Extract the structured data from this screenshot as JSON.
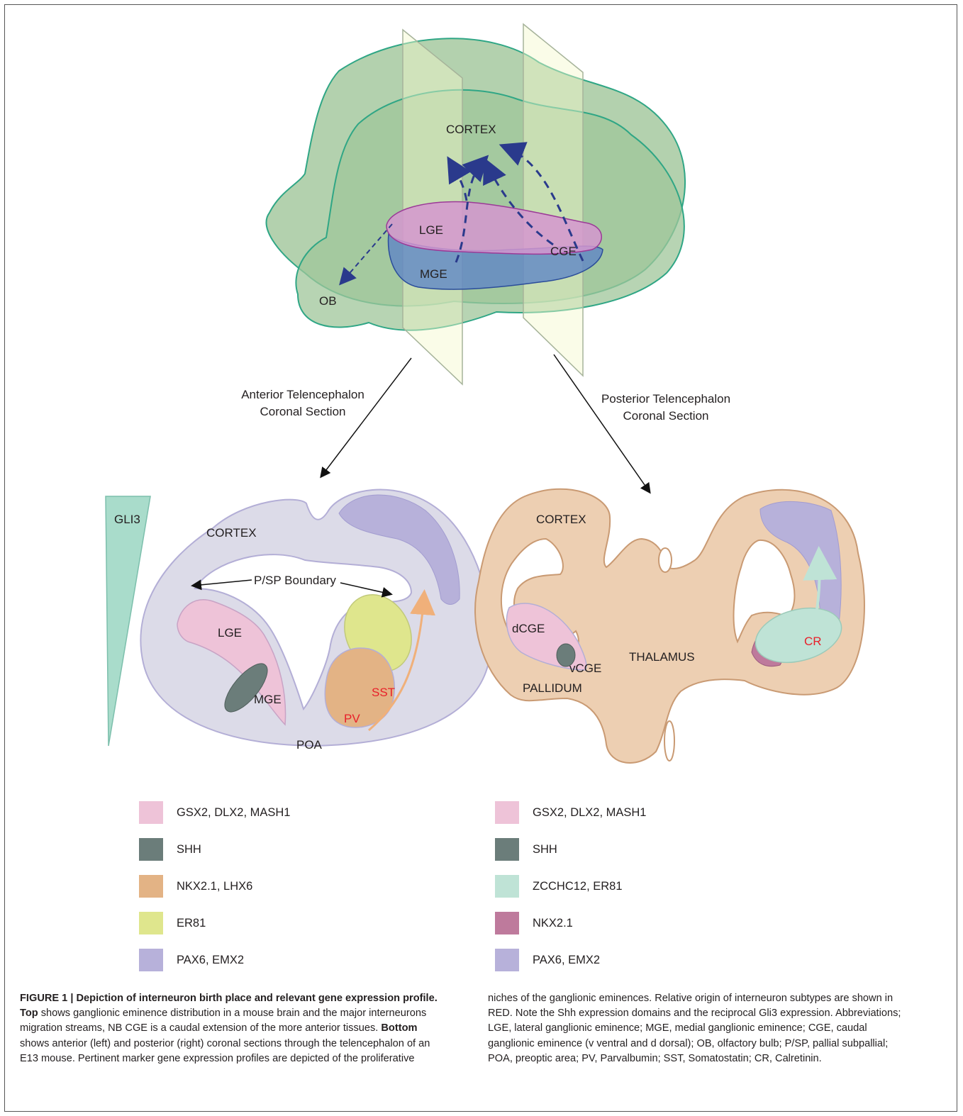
{
  "top_diagram": {
    "labels": {
      "cortex": "CORTEX",
      "lge": "LGE",
      "mge": "MGE",
      "cge": "CGE",
      "ob": "OB"
    },
    "section_labels": {
      "anterior_line1": "Anterior Telencephalon",
      "anterior_line2": "Coronal Section",
      "posterior_line1": "Posterior Telencephalon",
      "posterior_line2": "Coronal Section"
    }
  },
  "anterior_section": {
    "gli3": "GLI3",
    "cortex": "CORTEX",
    "boundary": "P/SP Boundary",
    "lge": "LGE",
    "mge": "MGE",
    "poa": "POA",
    "sst": "SST",
    "pv": "PV"
  },
  "posterior_section": {
    "cortex": "CORTEX",
    "dcge": "dCGE",
    "vcge": "vCGE",
    "pallidum": "PALLIDUM",
    "thalamus": "THALAMUS",
    "cr": "CR"
  },
  "legend_left": [
    {
      "label": "GSX2, DLX2, MASH1",
      "color": "#eec3d8"
    },
    {
      "label": "SHH",
      "color": "#6b7d7a"
    },
    {
      "label": "NKX2.1, LHX6",
      "color": "#e3b385"
    },
    {
      "label": "ER81",
      "color": "#dfe68d"
    },
    {
      "label": "PAX6, EMX2",
      "color": "#b7b1da"
    }
  ],
  "legend_right": [
    {
      "label": "GSX2, DLX2, MASH1",
      "color": "#eec3d8"
    },
    {
      "label": "SHH",
      "color": "#6b7d7a"
    },
    {
      "label": "ZCCHC12, ER81",
      "color": "#bfe3d6"
    },
    {
      "label": "NKX2.1",
      "color": "#be7a9c"
    },
    {
      "label": "PAX6, EMX2",
      "color": "#b7b1da"
    }
  ],
  "caption": {
    "figure_label": "FIGURE 1 | Depiction of interneuron birth place and relevant gene expression profile.",
    "top_bold": "Top",
    "top_text": " shows ganglionic eminence distribution in a mouse brain and the major interneurons migration streams, NB CGE is a caudal extension of the more anterior tissues. ",
    "bottom_bold": "Bottom",
    "bottom_text": " shows anterior (left) and posterior (right) coronal sections through the telencephalon of an E13 mouse. Pertinent marker gene expression profiles are depicted of the proliferative",
    "right_text": "niches of the ganglionic eminences. Relative origin of interneuron subtypes are shown in RED. Note the Shh expression domains and the reciprocal Gli3 expression. Abbreviations; LGE, lateral ganglionic eminence; MGE, medial ganglionic eminence; CGE, caudal ganglionic eminence (v ventral and d dorsal); OB, olfactory bulb; P/SP, pallial subpallial; POA, preoptic area; PV, Parvalbumin; SST, Somatostatin; CR, Calretinin."
  }
}
